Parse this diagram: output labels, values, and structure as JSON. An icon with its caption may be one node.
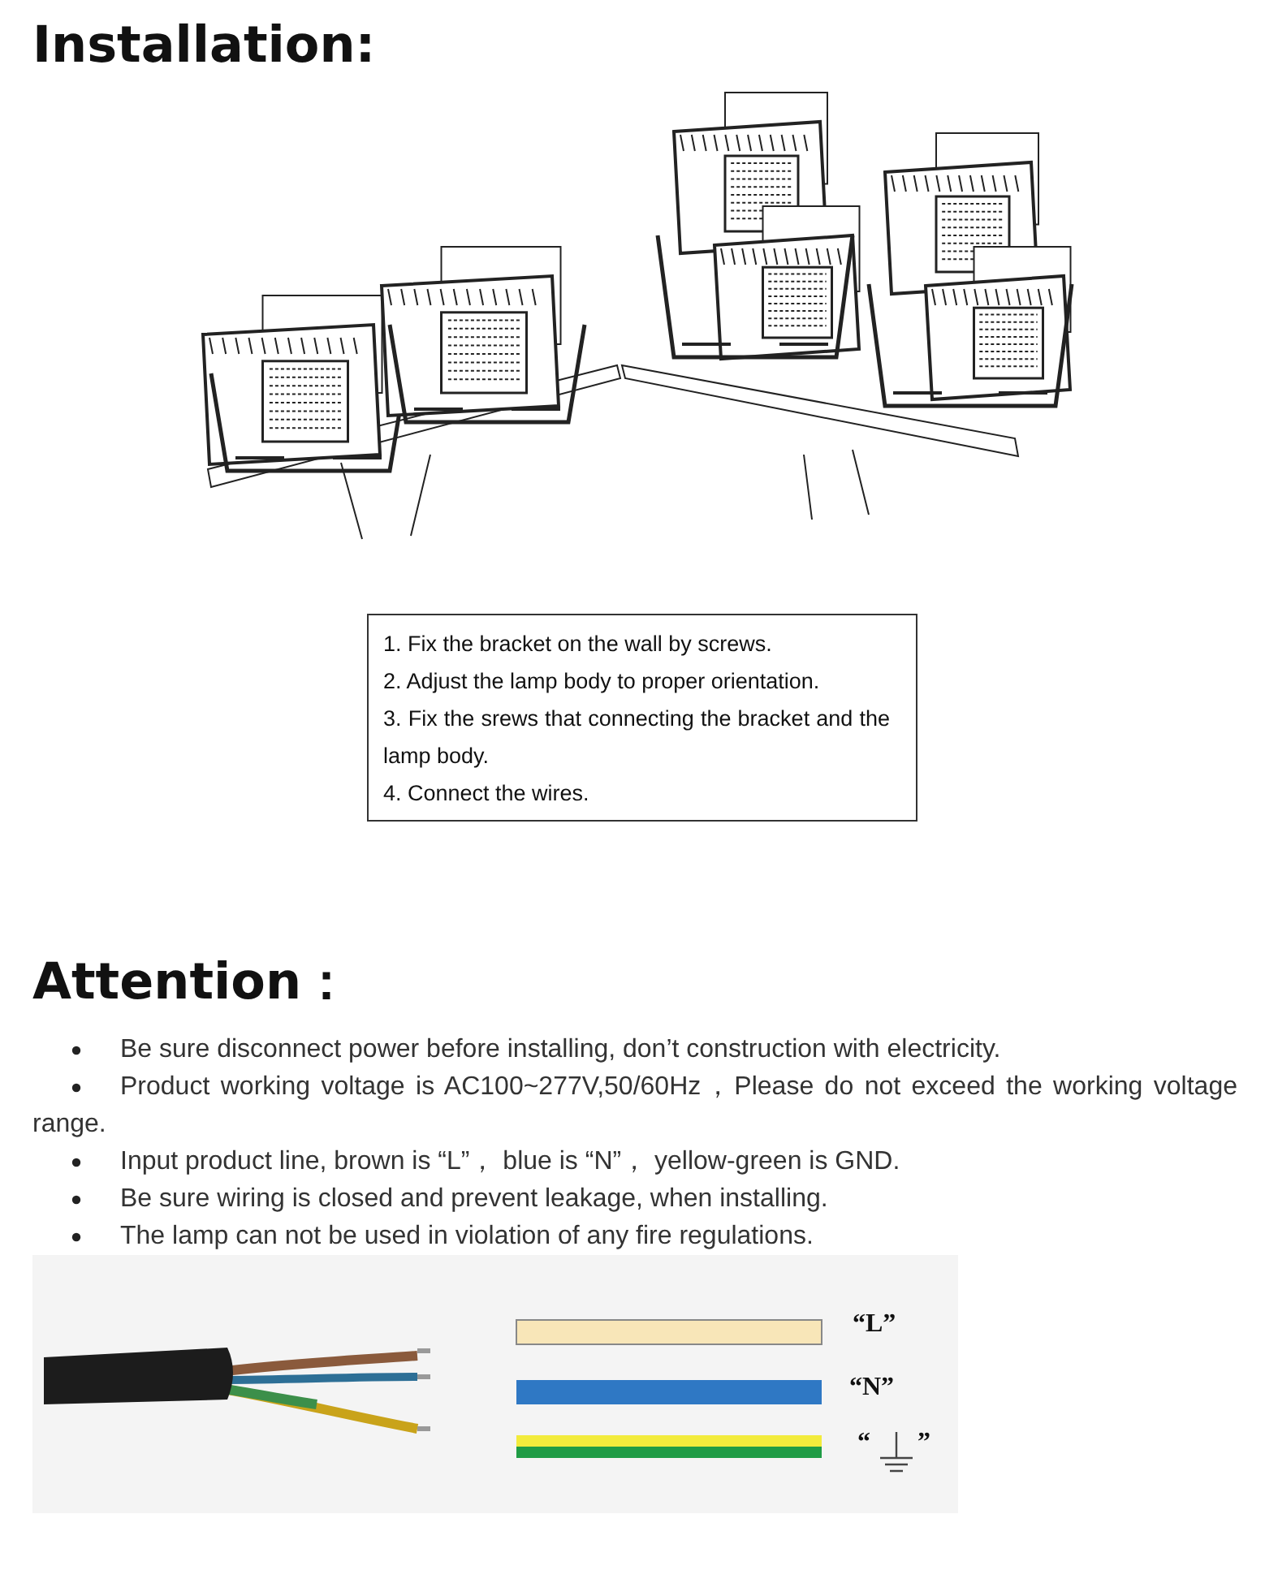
{
  "diagram": {
    "title": "Installation:",
    "nodes": [
      {
        "text": [
          "1. Fix the bracket on the wall by screws.",
          "2. Adjust the lamp body to proper orientation.",
          "3. Fix the srews that connecting the bracket and the lamp body.",
          "4. Connect the wires."
        ]
      }
    ],
    "edges": [],
    "labels": [
      "Attention：",
      "Be sure disconnect power before installing, don’t construction with electricity.",
      "Product working voltage is AC100~277V,50/60Hz，Please do not exceed the working voltage range.",
      "Input product line, brown is “L”， blue is “N”， yellow-green is GND.",
      "Be sure wiring is closed and prevent leakage, when installing.",
      "The lamp can not be used in violation of any fire regulations.",
      "“L”",
      "“N”",
      "“",
      "”"
    ]
  }
}
